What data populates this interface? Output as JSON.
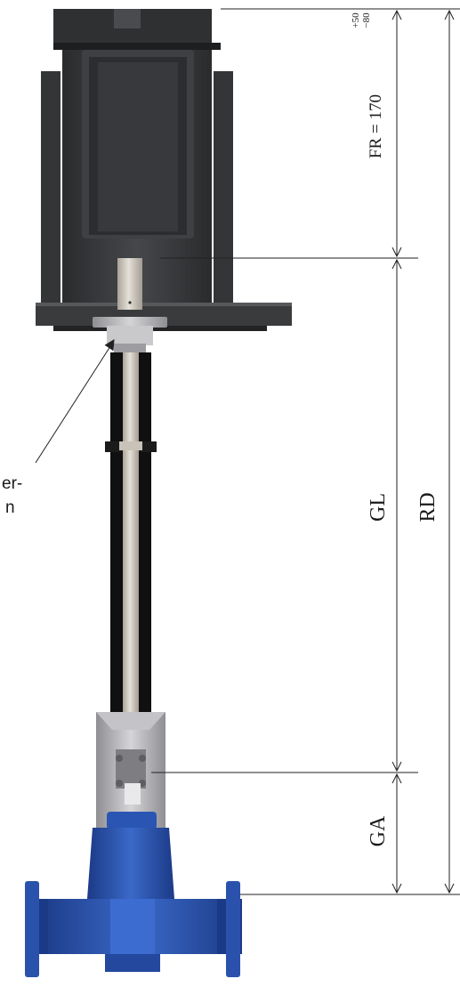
{
  "dimensions": {
    "fr_label": "FR = 170",
    "tolerance_plus": "+50",
    "tolerance_minus": "−80",
    "gl_label": "GL",
    "rd_label": "RD",
    "ga_label": "GA"
  },
  "callout": {
    "line1": "er-",
    "line2": "n"
  },
  "colors": {
    "housing": "#3b3c3e",
    "housing_dark": "#242527",
    "stem": "#d6d0c6",
    "tube": "#111111",
    "valve_body": "#2e58b5",
    "valve_body_dark": "#1d3e8a",
    "bracket": "#b9b9bd",
    "dimension_line": "#222222"
  }
}
